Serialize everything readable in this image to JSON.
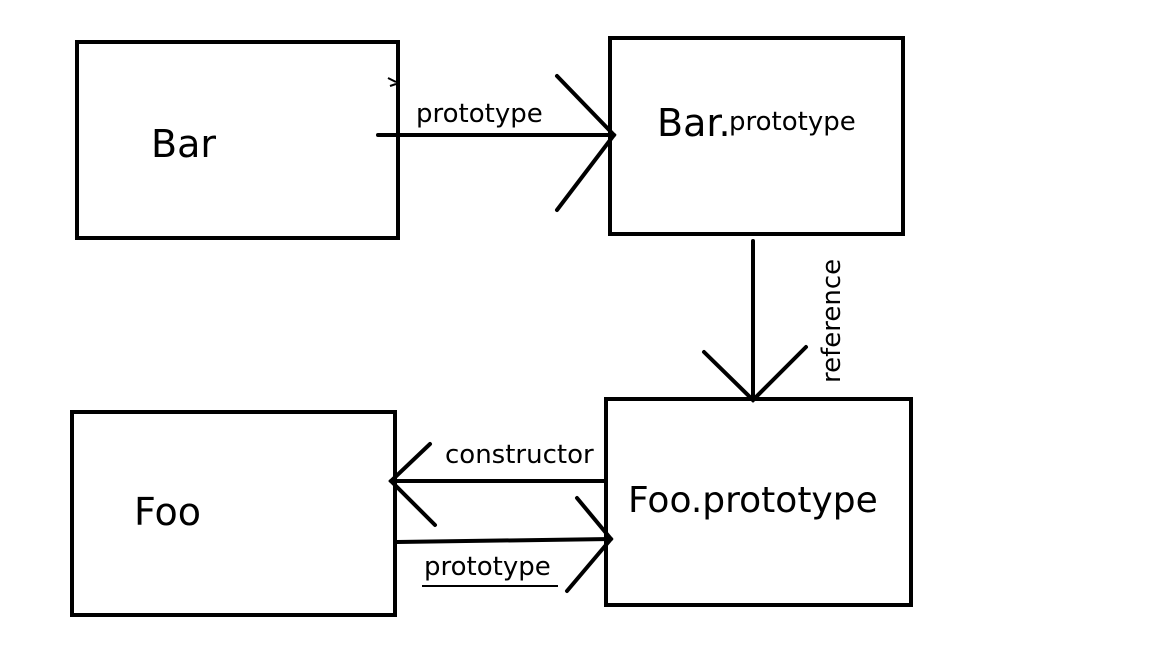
{
  "nodes": {
    "bar": {
      "label": "Bar"
    },
    "bar_prototype": {
      "label_main": "Bar.",
      "label_suffix": "prototype"
    },
    "foo": {
      "label": "Foo"
    },
    "foo_prototype": {
      "label": "Foo.prototype"
    }
  },
  "edges": {
    "bar_to_bar_prototype": {
      "label": "prototype"
    },
    "bar_prototype_to_foo_prototype": {
      "label": "reference"
    },
    "foo_prototype_to_foo": {
      "label": "constructor"
    },
    "foo_to_foo_prototype": {
      "label": "prototype"
    }
  }
}
